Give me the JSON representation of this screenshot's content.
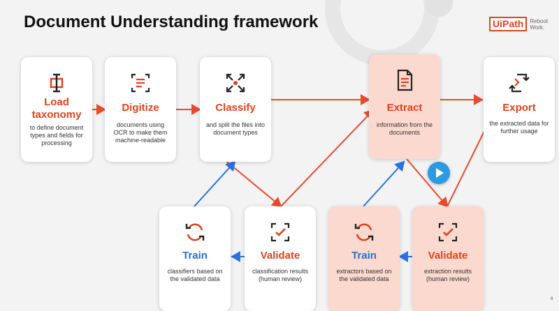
{
  "title": "Document Understanding framework",
  "logo": {
    "brand": "UiPath",
    "tagline": "Reboot Work."
  },
  "colors": {
    "accent_red": "#e0421f",
    "accent_blue": "#2a6fd1",
    "card_pink": "#fbd9cf",
    "arrow_red": "#e84a2f",
    "arrow_blue": "#2a72e0"
  },
  "steps": {
    "load": {
      "title": "Load taxonomy",
      "desc": "to define document types and fields for processing",
      "icon": "taxonomy-icon"
    },
    "digitize": {
      "title": "Digitize",
      "desc": "documents using OCR to make them machine-readable",
      "icon": "document-lines-icon"
    },
    "classify": {
      "title": "Classify",
      "desc": "and split the files into document types",
      "icon": "expand-arrows-icon"
    },
    "extract": {
      "title": "Extract",
      "desc": "information from the documents",
      "icon": "document-icon"
    },
    "export": {
      "title": "Export",
      "desc": "the extracted data for further usage",
      "icon": "export-cycle-icon"
    },
    "train_classifiers": {
      "title": "Train",
      "desc": "classifiers based on the validated data",
      "icon": "refresh-icon"
    },
    "validate_classification": {
      "title": "Validate",
      "desc": "classification results (human review)",
      "icon": "checkmark-frame-icon"
    },
    "train_extractors": {
      "title": "Train",
      "desc": "extractors based on the validated data",
      "icon": "refresh-icon"
    },
    "validate_extraction": {
      "title": "Validate",
      "desc": "extraction results (human review)",
      "icon": "checkmark-frame-icon"
    }
  },
  "page_number": "8"
}
